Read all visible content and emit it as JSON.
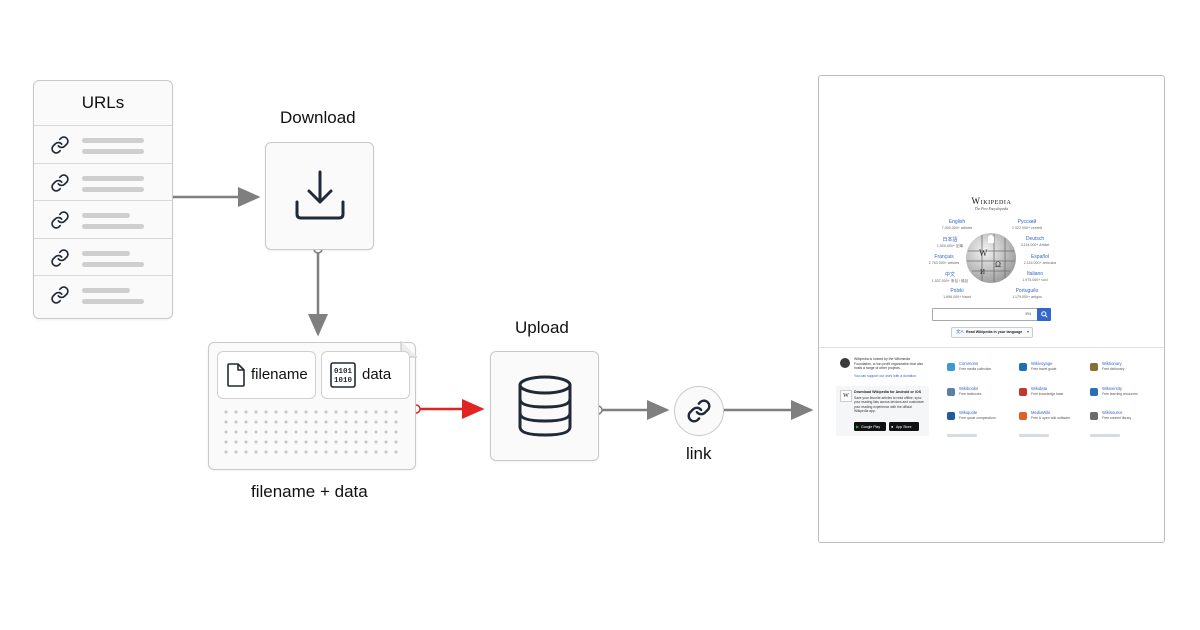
{
  "urls": {
    "title": "URLs",
    "rows": 5
  },
  "download": {
    "label": "Download"
  },
  "document": {
    "chip_filename": "filename",
    "chip_data": "data",
    "binary_top": "0101",
    "binary_bottom": "1010",
    "caption": "filename + data"
  },
  "upload": {
    "label": "Upload"
  },
  "link": {
    "label": "link"
  },
  "colors": {
    "highlight_arrow": "#e02424",
    "arrow": "#7f7f7f",
    "wiki_link": "#3366cc"
  },
  "icons": [
    "link-icon",
    "download-icon",
    "file-icon",
    "binary-icon",
    "database-icon"
  ],
  "wikipedia": {
    "title": "Wikipedia",
    "tagline": "The Free Encyclopedia",
    "languages": [
      {
        "name": "English",
        "count": "7,000,000+ articles"
      },
      {
        "name": "Русский",
        "count": "2 022 000+ статей"
      },
      {
        "name": "日本語",
        "count": "1,500,000+ 記事"
      },
      {
        "name": "Deutsch",
        "count": "3.114.000+ Artikel"
      },
      {
        "name": "Français",
        "count": "2 763 000+ articles"
      },
      {
        "name": "Español",
        "count": "2.115.000+ artículos"
      },
      {
        "name": "中文",
        "count": "1,537,000+ 条目 / 條目"
      },
      {
        "name": "Italiano",
        "count": "1.975.000+ voci"
      },
      {
        "name": "Polski",
        "count": "1.696.000+ haseł"
      },
      {
        "name": "Português",
        "count": "1.179.000+ artigos"
      }
    ],
    "search_lang": "EN",
    "read_button": "Read Wikipedia in your language",
    "foundation_text": "Wikipedia is hosted by the Wikimedia Foundation, a non-profit organization that also hosts a range of other projects.",
    "foundation_link": "You can support our work with a donation.",
    "app_title": "Download Wikipedia for Android or iOS",
    "app_text": "Save your favorite articles to read offline, sync your reading lists across devices and customize your reading experience with the official Wikipedia app.",
    "store_google": "Google Play",
    "store_apple": "App Store",
    "projects": [
      {
        "name": "Commons",
        "desc": "Free media collection",
        "color": "#3a9ad9"
      },
      {
        "name": "Wikivoyage",
        "desc": "Free travel guide",
        "color": "#1f6fb2"
      },
      {
        "name": "Wiktionary",
        "desc": "Free dictionary",
        "color": "#8a6d3b"
      },
      {
        "name": "Wikibooks",
        "desc": "Free textbooks",
        "color": "#5a7fa8"
      },
      {
        "name": "Wikidata",
        "desc": "Free knowledge base",
        "color": "#c0392b"
      },
      {
        "name": "Wikiversity",
        "desc": "Free learning resources",
        "color": "#2a6fb6"
      },
      {
        "name": "Wikiquote",
        "desc": "Free quote compendium",
        "color": "#1e5a9c"
      },
      {
        "name": "MediaWiki",
        "desc": "Free & open wiki software",
        "color": "#e05d2c"
      },
      {
        "name": "Wikisource",
        "desc": "Free content library",
        "color": "#6b6b6b"
      }
    ]
  }
}
